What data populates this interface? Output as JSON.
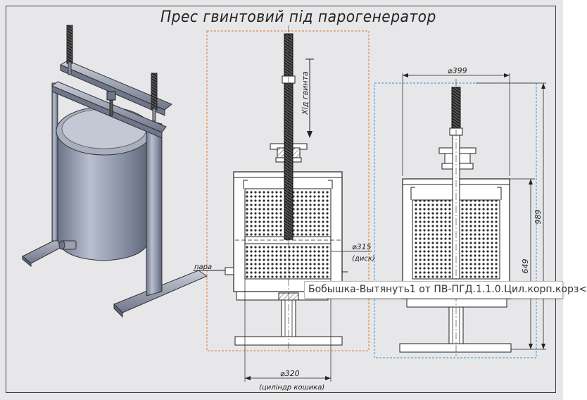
{
  "title": "Прес гвинтовий під парогенератор",
  "labels": {
    "screw_travel": "Хід гвинта",
    "steam": "пара",
    "disc_diameter": "⌀315",
    "disc_note": "(диск)",
    "cylinder_diameter": "⌀320",
    "cylinder_note": "(циліндр кошика)",
    "width_diameter": "⌀399",
    "height_total": "989",
    "height_body": "649"
  },
  "tooltip": "Бобышка-Вытянуть1 от ПВ-ПГД.1.1.0.Цил.корп.корз<",
  "colors": {
    "sheet": "#e7e7e9",
    "orange_frame": "#e07a2c",
    "blue_frame": "#3a8fd6",
    "metal": "#8f97ab"
  }
}
